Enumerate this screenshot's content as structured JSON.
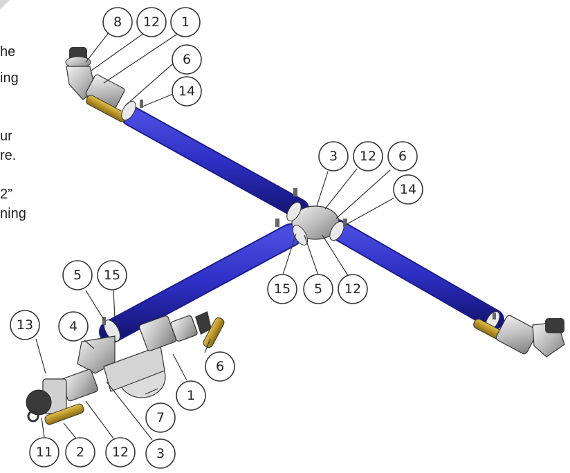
{
  "side_text": {
    "line_1": "he",
    "line_2": "ing",
    "line_3": "ur",
    "line_4": "re.",
    "line_5": "2”",
    "line_6": "ning"
  },
  "colors": {
    "pipe": "#2d2fc4",
    "pipe_shadow": "#1a1b8c",
    "valve_body": "#c9c9c9",
    "clamp": "#e9e9e9",
    "handle": "#c9a227",
    "outline": "#333333"
  },
  "callouts": [
    {
      "id": "c-top-8",
      "label": "8"
    },
    {
      "id": "c-top-12",
      "label": "12"
    },
    {
      "id": "c-top-1",
      "label": "1"
    },
    {
      "id": "c-top-6",
      "label": "6"
    },
    {
      "id": "c-top-14",
      "label": "14"
    },
    {
      "id": "c-mid-3",
      "label": "3"
    },
    {
      "id": "c-mid-12",
      "label": "12"
    },
    {
      "id": "c-mid-6",
      "label": "6"
    },
    {
      "id": "c-mid-14",
      "label": "14"
    },
    {
      "id": "c-mid-15",
      "label": "15"
    },
    {
      "id": "c-mid-5",
      "label": "5"
    },
    {
      "id": "c-mid-12b",
      "label": "12"
    },
    {
      "id": "c-left-5",
      "label": "5"
    },
    {
      "id": "c-left-15",
      "label": "15"
    },
    {
      "id": "c-left-13",
      "label": "13"
    },
    {
      "id": "c-left-4",
      "label": "4"
    },
    {
      "id": "c-left-6",
      "label": "6"
    },
    {
      "id": "c-left-1",
      "label": "1"
    },
    {
      "id": "c-left-7",
      "label": "7"
    },
    {
      "id": "c-bot-11",
      "label": "11"
    },
    {
      "id": "c-bot-2",
      "label": "2"
    },
    {
      "id": "c-bot-12",
      "label": "12"
    },
    {
      "id": "c-bot-3",
      "label": "3"
    }
  ]
}
